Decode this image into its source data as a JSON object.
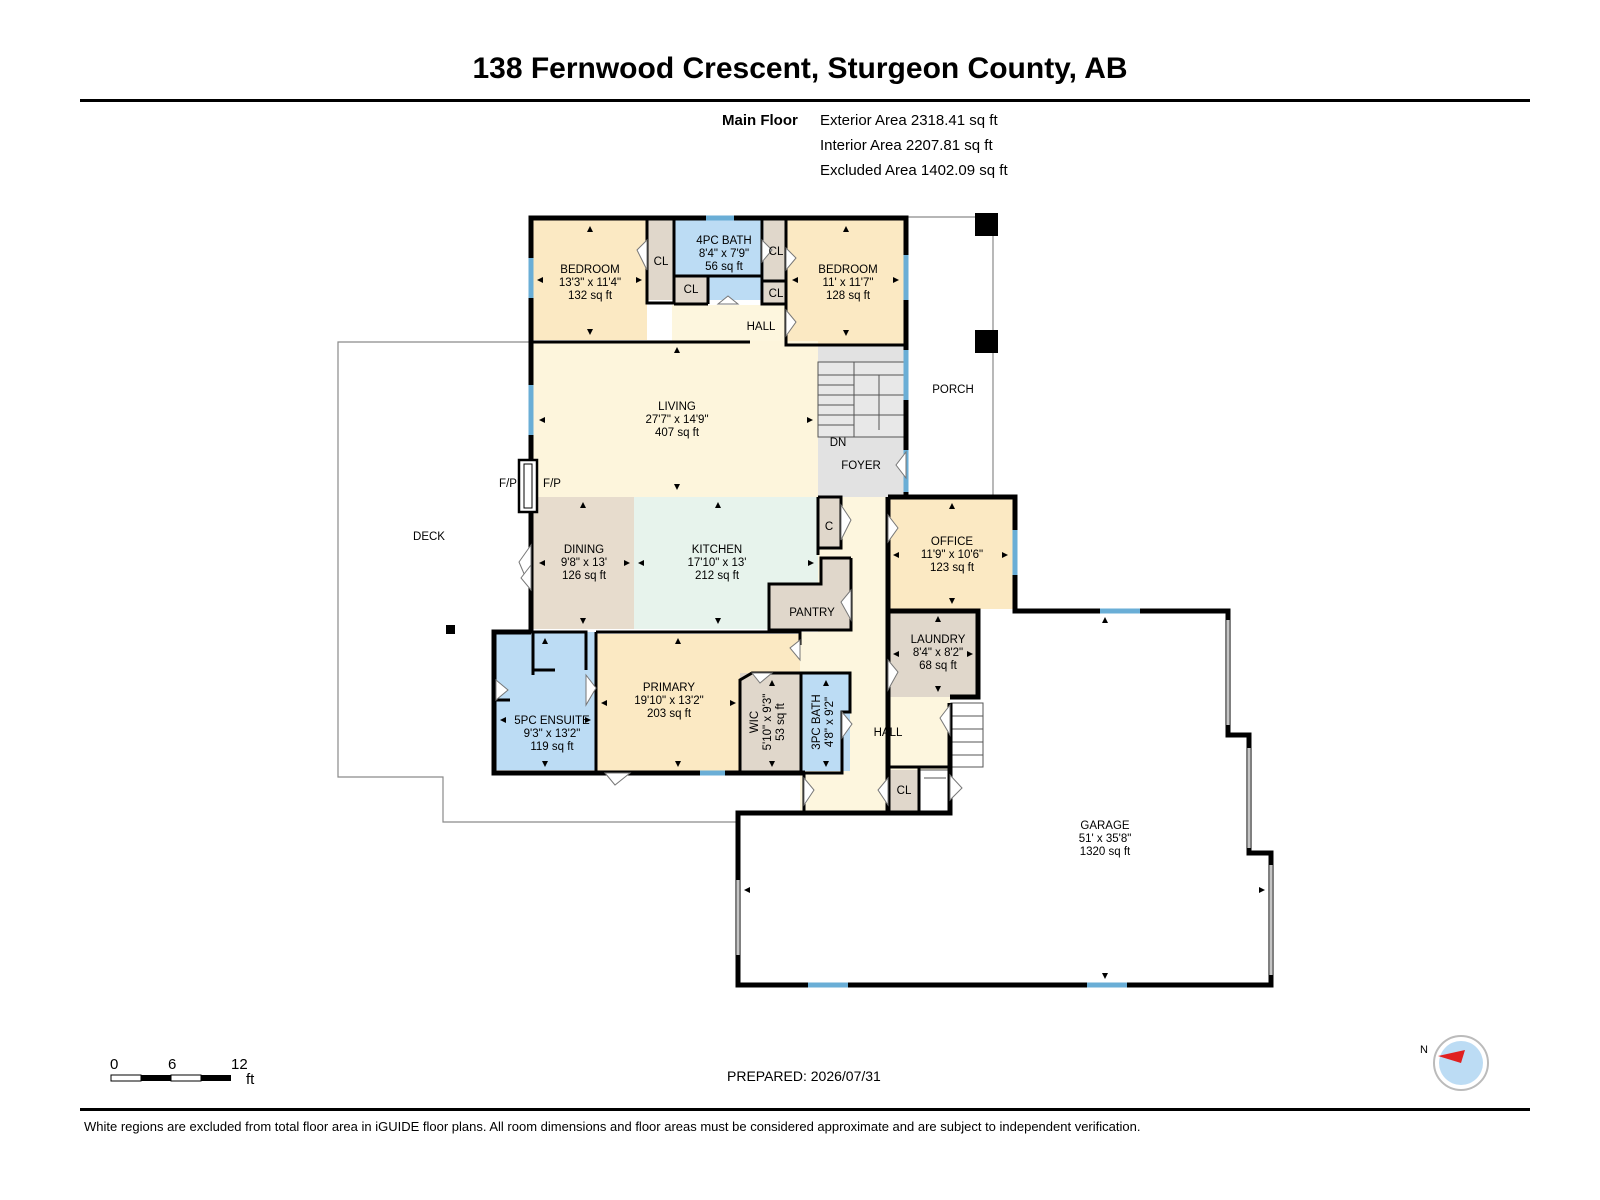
{
  "header": {
    "title": "138 Fernwood Crescent, Sturgeon County, AB"
  },
  "areas": {
    "floor_label": "Main Floor",
    "exterior": "Exterior Area 2318.41 sq ft",
    "interior": "Interior Area 2207.81 sq ft",
    "excluded": "Excluded Area 1402.09 sq ft"
  },
  "rooms": {
    "bedroom_left": {
      "name": "BEDROOM",
      "dims": "13'3\" x 11'4\"",
      "area": "132 sq ft"
    },
    "bath_4pc": {
      "name": "4PC BATH",
      "dims": "8'4\" x 7'9\"",
      "area": "56 sq ft"
    },
    "bedroom_right": {
      "name": "BEDROOM",
      "dims": "11' x 11'7\"",
      "area": "128 sq ft"
    },
    "living": {
      "name": "LIVING",
      "dims": "27'7\" x 14'9\"",
      "area": "407 sq ft"
    },
    "dining": {
      "name": "DINING",
      "dims": "9'8\" x 13'",
      "area": "126 sq ft"
    },
    "kitchen": {
      "name": "KITCHEN",
      "dims": "17'10\" x 13'",
      "area": "212 sq ft"
    },
    "office": {
      "name": "OFFICE",
      "dims": "11'9\" x 10'6\"",
      "area": "123 sq ft"
    },
    "laundry": {
      "name": "LAUNDRY",
      "dims": "8'4\" x 8'2\"",
      "area": "68 sq ft"
    },
    "primary": {
      "name": "PRIMARY",
      "dims": "19'10\" x 13'2\"",
      "area": "203 sq ft"
    },
    "ensuite": {
      "name": "5PC ENSUITE",
      "dims": "9'3\" x 13'2\"",
      "area": "119 sq ft"
    },
    "wic": {
      "name": "WIC",
      "dims": "5'10\" x 9'3\"",
      "area": "53 sq ft"
    },
    "bath_3pc": {
      "name": "3PC BATH",
      "dims": "4'8\" x 9'2\""
    },
    "garage": {
      "name": "GARAGE",
      "dims": "51' x 35'8\"",
      "area": "1320 sq ft"
    }
  },
  "labels": {
    "cl": "CL",
    "c": "C",
    "hall": "HALL",
    "porch": "PORCH",
    "foyer": "FOYER",
    "dn": "DN",
    "fp": "F/P",
    "deck": "DECK",
    "pantry": "PANTRY"
  },
  "scale": {
    "t0": "0",
    "t1": "6",
    "t2": "12",
    "unit": "ft"
  },
  "compass": {
    "north": "N"
  },
  "prepared": "PREPARED: 2026/07/31",
  "footer": "White regions are excluded from total floor area in iGUIDE floor plans. All room dimensions and floor areas must be considered approximate and are subject to independent verification.",
  "colors": {
    "bedroom": "#fbe9c3",
    "bath": "#bcdcf4",
    "living": "#fdf5dc",
    "kitchen": "#e7f3ec",
    "dining": "#e7dccd",
    "closet": "#e0d7cb",
    "foyer": "#e2e2e2",
    "hall": "#fdf6de",
    "window": "#6aaed6"
  }
}
